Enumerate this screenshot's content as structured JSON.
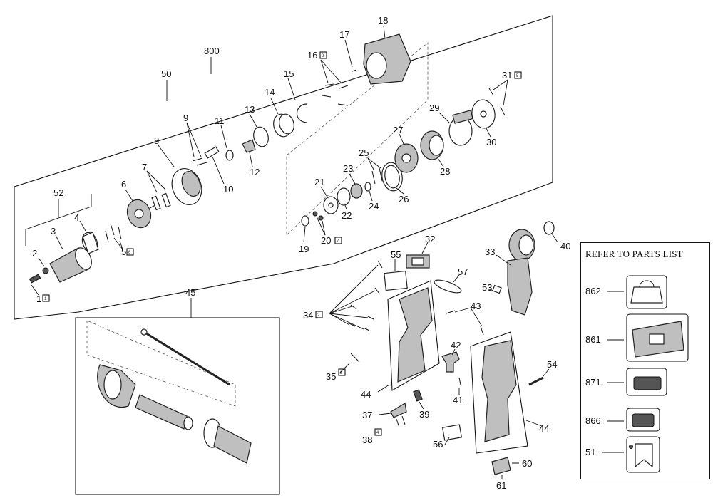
{
  "refer_panel": {
    "title": "REFER TO PARTS LIST",
    "items": [
      "862",
      "861",
      "871",
      "866",
      "51"
    ]
  },
  "group_labels": {
    "g800": "800",
    "g50": "50",
    "g52": "52",
    "g45": "45"
  },
  "part_labels": {
    "p1": "1",
    "p2": "2",
    "p3": "3",
    "p4": "4",
    "p5": "5",
    "p6": "6",
    "p7": "7",
    "p8": "8",
    "p9": "9",
    "p10": "10",
    "p11": "11",
    "p12": "12",
    "p13": "13",
    "p14": "14",
    "p15": "15",
    "p16": "16",
    "p17": "17",
    "p18": "18",
    "p19": "19",
    "p20": "20",
    "p21": "21",
    "p22": "22",
    "p23": "23",
    "p24": "24",
    "p25": "25",
    "p26": "26",
    "p27": "27",
    "p28": "28",
    "p29": "29",
    "p30": "30",
    "p31": "31",
    "p32": "32",
    "p33": "33",
    "p34": "34",
    "p35": "35",
    "p37": "37",
    "p38": "38",
    "p39": "39",
    "p40": "40",
    "p41": "41",
    "p42": "42",
    "p43": "43",
    "p44a": "44",
    "p44b": "44",
    "p53": "53",
    "p54": "54",
    "p55": "55",
    "p56": "56",
    "p57": "57",
    "p60": "60",
    "p61": "61"
  },
  "qty_notes": {
    "q1": "1",
    "q5": "6",
    "q16": "2",
    "q20": "7",
    "q31": "5",
    "q34": "2",
    "q35": "3",
    "q38": "4"
  }
}
